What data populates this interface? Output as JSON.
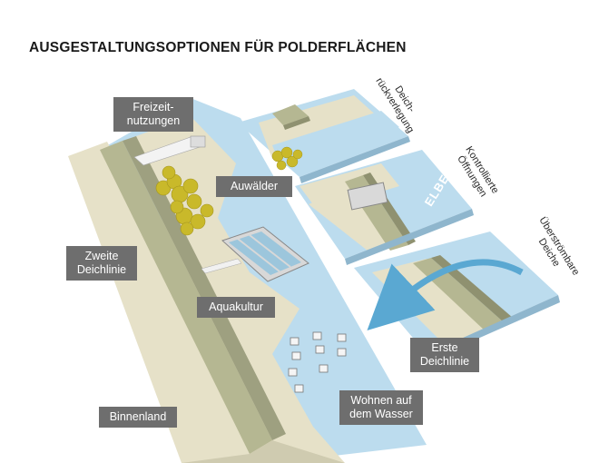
{
  "title": "AUSGESTALTUNGSOPTIONEN FÜR POLDERFLÄCHEN",
  "labels": {
    "freizeit": "Freizeit-\nnutzungen",
    "auwaelder": "Auwälder",
    "zweite_deichlinie": "Zweite\nDeichlinie",
    "aquakultur": "Aquakultur",
    "binnenland": "Binnenland",
    "wohnen": "Wohnen auf\ndem Wasser",
    "erste_deichlinie": "Erste\nDeichlinie"
  },
  "rotated_labels": {
    "deichrueckverlegung": "Deich-\nrückverlegung",
    "kontrollierte_oeffnungen": "Kontrollierte\nÖffnungen",
    "ueberstroembare_deiche": "Überströmbare\nDeiche"
  },
  "elbe": "ELBE",
  "colors": {
    "water": "#bcdcee",
    "land": "#e6e1c8",
    "dike": "#b5b792",
    "dike_shade": "#8f9170",
    "trees": "#c9b92a",
    "label_bg": "#6e6e6e",
    "arrow": "#5aa8d2"
  }
}
